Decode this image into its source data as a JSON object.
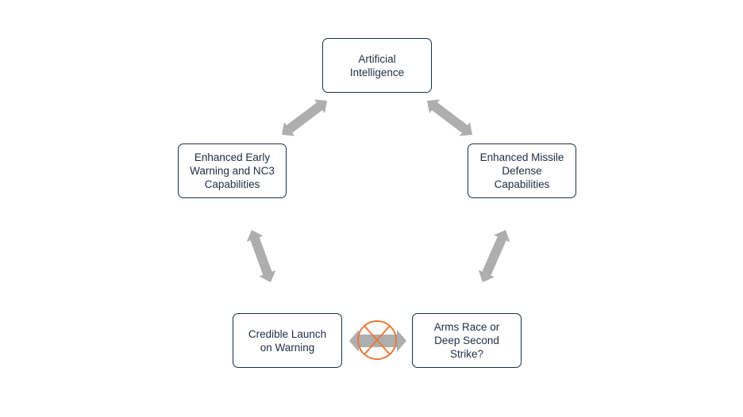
{
  "diagram": {
    "nodes": [
      {
        "id": "ai",
        "label": "Artificial\nIntelligence"
      },
      {
        "id": "early-warning",
        "label": "Enhanced Early\nWarning and NC3\nCapabilities"
      },
      {
        "id": "missile-defense",
        "label": "Enhanced Missile\nDefense\nCapabilities"
      },
      {
        "id": "launch-on-warning",
        "label": "Credible Launch\non Warning"
      },
      {
        "id": "arms-race",
        "label": "Arms Race or\nDeep Second\nStrike?"
      }
    ],
    "edges": [
      {
        "from": "ai",
        "to": "early-warning",
        "type": "bidirectional"
      },
      {
        "from": "ai",
        "to": "missile-defense",
        "type": "bidirectional"
      },
      {
        "from": "early-warning",
        "to": "launch-on-warning",
        "type": "bidirectional"
      },
      {
        "from": "missile-defense",
        "to": "arms-race",
        "type": "bidirectional"
      },
      {
        "from": "launch-on-warning",
        "to": "arms-race",
        "type": "bidirectional-blocked"
      }
    ],
    "colors": {
      "arrow": "#aeaeae",
      "border": "#1f2d44",
      "block": "#e87a3a"
    }
  }
}
